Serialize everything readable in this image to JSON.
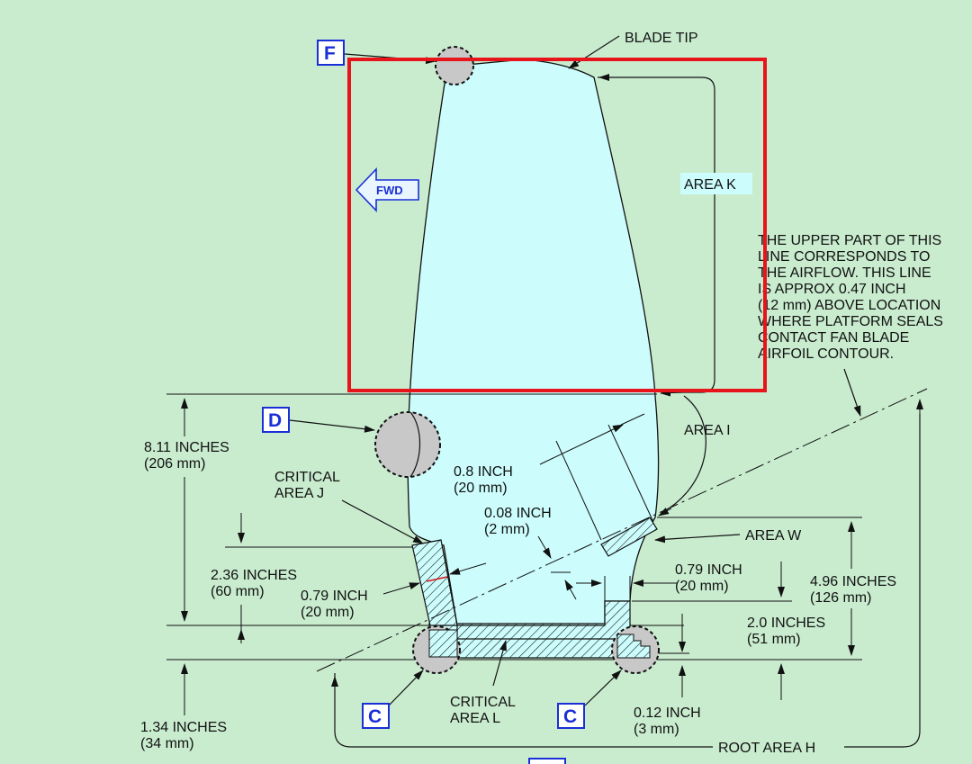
{
  "labels": {
    "blade_tip": "BLADE TIP",
    "area_k": "AREA  K",
    "area_i": "AREA  I",
    "area_w": "AREA  W",
    "root_area_h": "ROOT AREA  H",
    "critical_area_j": [
      "CRITICAL",
      "AREA  J"
    ],
    "critical_area_l": [
      "CRITICAL",
      "AREA  L"
    ],
    "fwd": "FWD"
  },
  "note": [
    "THE UPPER PART OF THIS",
    "LINE CORRESPONDS TO",
    "THE AIRFLOW. THIS LINE",
    "IS APPROX 0.47 INCH",
    "(12 mm) ABOVE LOCATION",
    "WHERE PLATFORM SEALS",
    "CONTACT FAN BLADE",
    "AIRFOIL CONTOUR."
  ],
  "dimensions": {
    "d_8_11": [
      "8.11 INCHES",
      "(206 mm)"
    ],
    "d_0_8": [
      "0.8 INCH",
      "(20 mm)"
    ],
    "d_0_08": [
      "0.08 INCH",
      "(2 mm)"
    ],
    "d_2_36": [
      "2.36 INCHES",
      "(60 mm)"
    ],
    "d_0_79_left": [
      "0.79 INCH",
      "(20 mm)"
    ],
    "d_0_79_right": [
      "0.79 INCH",
      "(20 mm)"
    ],
    "d_4_96": [
      "4.96 INCHES",
      "(126 mm)"
    ],
    "d_2_0": [
      "2.0 INCHES",
      "(51 mm)"
    ],
    "d_0_12": [
      "0.12 INCH",
      "(3 mm)"
    ],
    "d_1_34": [
      "1.34 INCHES",
      "(34 mm)"
    ]
  },
  "callouts": {
    "f": "F",
    "d": "D",
    "c_left": "C",
    "c_right": "C"
  },
  "colors": {
    "background": "#c9eccf",
    "blade_fill": "#ccfcfc",
    "highlight_box": "#e8141c",
    "callout_blue": "#1a2fd6",
    "detail_circle": "#c8c8c8"
  }
}
